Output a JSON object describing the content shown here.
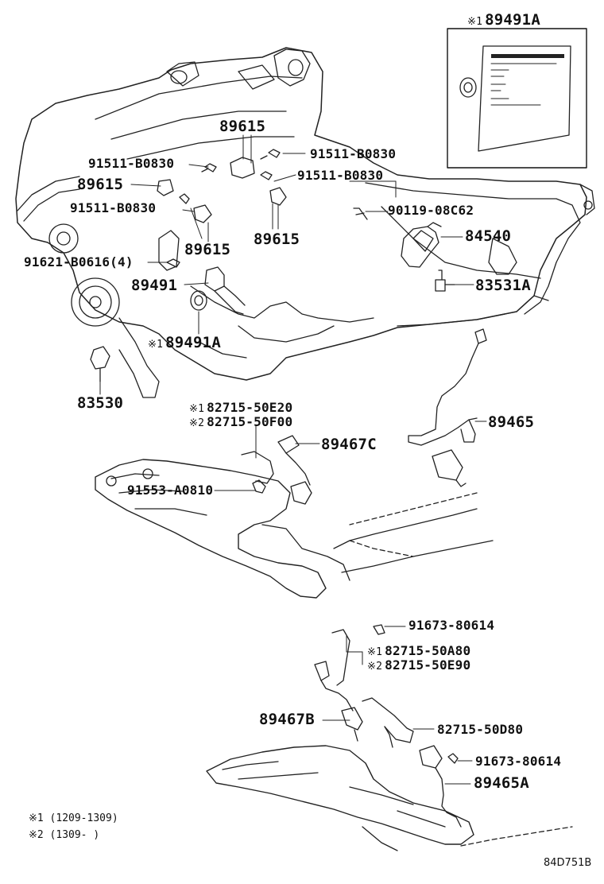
{
  "labels": {
    "p89491A_box": "89491A",
    "p89615_a": "89615",
    "p91511_a": "91511-B0830",
    "p91511_b": "91511-B0830",
    "p89615_b": "89615",
    "p91511_c": "91511-B0830",
    "p91511_d": "91511-B0830",
    "p90119": "90119-08C62",
    "p84540": "84540",
    "p89615_c": "89615",
    "p89615_d": "89615",
    "p91621": "91621-B0616(4)",
    "p83531A": "83531A",
    "p89491": "89491",
    "p89491A": "89491A",
    "p83530": "83530",
    "p82715_50E20": "82715-50E20",
    "p82715_50F00": "82715-50F00",
    "p89467C": "89467C",
    "p89465": "89465",
    "p91553": "91553-A0810",
    "p91673_a": "91673-80614",
    "p82715_50A80": "82715-50A80",
    "p82715_50E90": "82715-50E90",
    "p89467B": "89467B",
    "p82715_50D80": "82715-50D80",
    "p91673_b": "91673-80614",
    "p89465A": "89465A"
  },
  "marks": {
    "k1": "※1",
    "k2": "※2"
  },
  "legend": {
    "note1": "※1 (1209-1309)",
    "note2": "※2 (1309-     )"
  },
  "diagram_code": "84D751B"
}
